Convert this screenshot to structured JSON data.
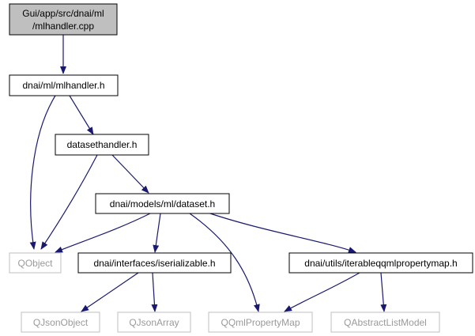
{
  "diagram": {
    "colors": {
      "edge": "#191970",
      "focus_fill": "#bfbfbf",
      "node_border": "#000000",
      "external_border": "#bfbfbf",
      "external_text": "#9a9a9a"
    },
    "nodes": {
      "root": {
        "line1": "Gui/app/src/dnai/ml",
        "line2": "/mlhandler.cpp"
      },
      "mlhandler_h": {
        "label": "dnai/ml/mlhandler.h"
      },
      "datasethandler_h": {
        "label": "datasethandler.h"
      },
      "dataset_h": {
        "label": "dnai/models/ml/dataset.h"
      },
      "qobject": {
        "label": "QObject"
      },
      "iserializable_h": {
        "label": "dnai/interfaces/iserializable.h"
      },
      "iterableqqmlpropertymap_h": {
        "label": "dnai/utils/iterableqqmlpropertymap.h"
      },
      "qjsonobject": {
        "label": "QJsonObject"
      },
      "qjsonarray": {
        "label": "QJsonArray"
      },
      "qqmlpropertymap": {
        "label": "QQmlPropertyMap"
      },
      "qabstractlistmodel": {
        "label": "QAbstractListModel"
      }
    },
    "edges": [
      {
        "from": "root",
        "to": "mlhandler_h"
      },
      {
        "from": "mlhandler_h",
        "to": "datasethandler_h"
      },
      {
        "from": "mlhandler_h",
        "to": "qobject"
      },
      {
        "from": "datasethandler_h",
        "to": "qobject"
      },
      {
        "from": "datasethandler_h",
        "to": "dataset_h"
      },
      {
        "from": "dataset_h",
        "to": "qobject"
      },
      {
        "from": "dataset_h",
        "to": "iserializable_h"
      },
      {
        "from": "dataset_h",
        "to": "qqmlpropertymap"
      },
      {
        "from": "dataset_h",
        "to": "iterableqqmlpropertymap_h"
      },
      {
        "from": "iserializable_h",
        "to": "qjsonobject"
      },
      {
        "from": "iserializable_h",
        "to": "qjsonarray"
      },
      {
        "from": "iterableqqmlpropertymap_h",
        "to": "qqmlpropertymap"
      },
      {
        "from": "iterableqqmlpropertymap_h",
        "to": "qabstractlistmodel"
      }
    ]
  }
}
